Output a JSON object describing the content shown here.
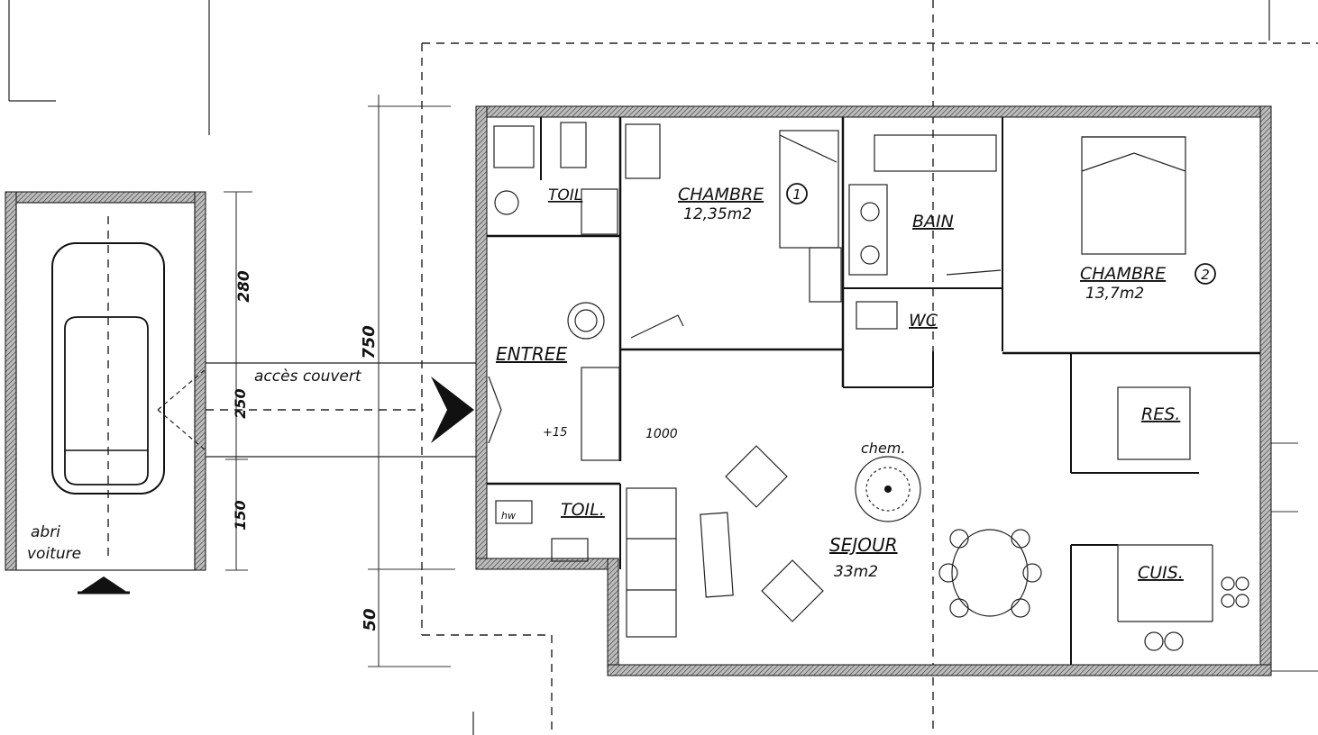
{
  "plan": {
    "rooms": {
      "toil_top": "TOIL",
      "chambre1_name": "CHAMBRE",
      "chambre1_num": "1",
      "chambre1_area": "12,35m2",
      "bain": "BAIN",
      "chambre2_name": "CHAMBRE",
      "chambre2_num": "2",
      "chambre2_area": "13,7m2",
      "wc": "WC",
      "entree": "ENTREE",
      "res": "RES.",
      "toil_bottom": "TOIL.",
      "sejour_name": "SEJOUR",
      "sejour_area": "33m2",
      "cuis": "CUIS.",
      "chem": "chem.",
      "hw": "hw"
    },
    "annotations": {
      "acces_couvert": "accès couvert",
      "abri_line1": "abri",
      "abri_line2": "voiture",
      "level_entree": "+15",
      "level_sejour": "1000"
    },
    "dimensions": {
      "d280": "280",
      "d250": "250",
      "d150": "150",
      "d750": "750",
      "d50": "50"
    }
  }
}
